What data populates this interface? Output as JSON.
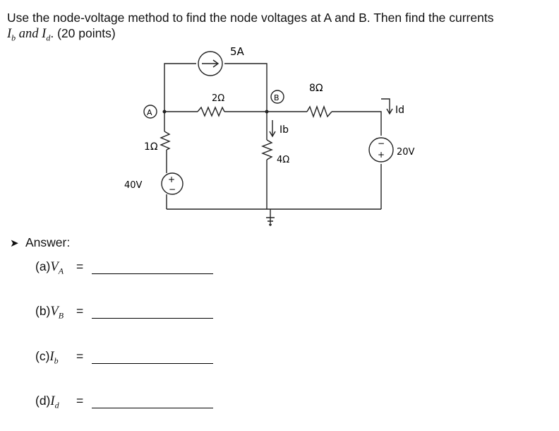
{
  "question": {
    "text_1": "Use the node-voltage method to find the node voltages at A and B. Then find the currents",
    "ib": "I",
    "ib_sub": "b",
    "and": " and ",
    "id": "I",
    "id_sub": "d",
    "text_2": ". (20 points)"
  },
  "circuit": {
    "source_current_label": "5A",
    "r_top_label": "2Ω",
    "r_right_label": "8Ω",
    "r_left_label": "1Ω",
    "r_mid_label": "4Ω",
    "node_a": "A",
    "node_b": "B",
    "ib_label": "Ib",
    "id_label": "Id",
    "v_left_label": "40V",
    "v_right_label": "20V",
    "plus": "+",
    "minus": "−"
  },
  "answers": {
    "heading": "Answer:",
    "items": [
      {
        "prefix": "(a) ",
        "var": "V",
        "sub": "A",
        "eq": "="
      },
      {
        "prefix": "(b) ",
        "var": "V",
        "sub": "B",
        "eq": "="
      },
      {
        "prefix": "(c) ",
        "var": "I",
        "sub": "b",
        "eq": "="
      },
      {
        "prefix": "(d) ",
        "var": "I",
        "sub": "d",
        "eq": "="
      }
    ]
  }
}
